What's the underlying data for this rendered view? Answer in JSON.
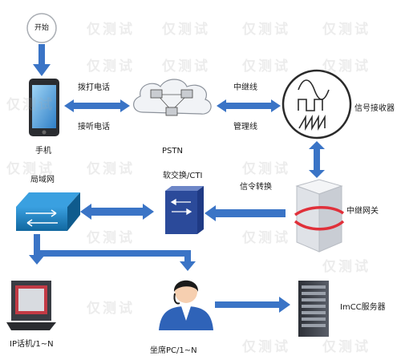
{
  "nodes": {
    "start": "开始",
    "phone": "手机",
    "pstn": "PSTN",
    "receiver": "信号接收器",
    "lan": "局域网",
    "softswitch": "软交换/CTI",
    "relay_gateway": "中继网关",
    "ip_phone": "IP话机/1~N",
    "agent_pc": "坐席PC/1~N",
    "imcc_server": "ImCC服务器"
  },
  "edges": {
    "dial": "拨打电话",
    "answer": "接听电话",
    "trunk": "中继线",
    "managed_line": "管理线",
    "signal_conversion": "信令转换"
  },
  "watermark": "仅测试",
  "colors": {
    "arrow": "#3a74c6",
    "switch_blue": "#2b4a9a",
    "cloud": "#f1f3f6"
  }
}
